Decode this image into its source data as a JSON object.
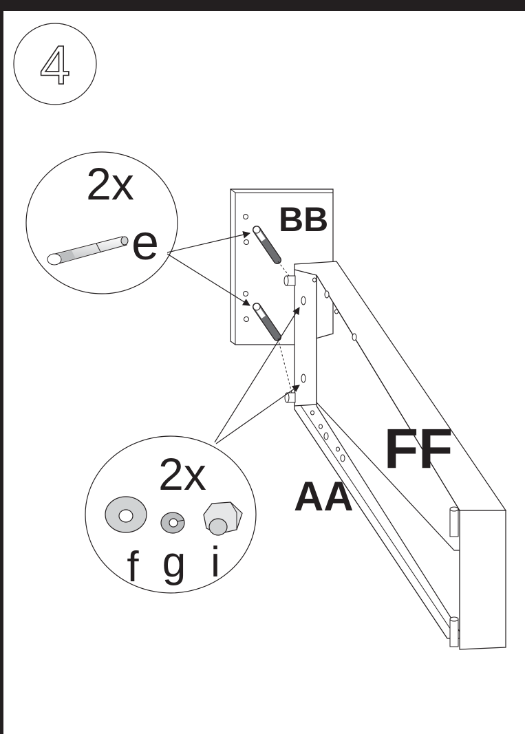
{
  "step": {
    "number": "4"
  },
  "callout_pins": {
    "quantity": "2x",
    "part_letter": "e"
  },
  "callout_hardware": {
    "quantity": "2x",
    "parts": [
      "f",
      "g",
      "i"
    ]
  },
  "labels": {
    "panel_bb": "BB",
    "rail_ff": "FF",
    "rail_aa": "AA"
  },
  "colors": {
    "line": "#231f20",
    "pin_dark": "#6d6e71",
    "washer": "#d1d3d4",
    "frame": "#231f20"
  },
  "icons": [
    "dowel-pin-icon",
    "flat-washer-icon",
    "lock-washer-icon",
    "hex-nut-icon",
    "arrow-icon"
  ]
}
